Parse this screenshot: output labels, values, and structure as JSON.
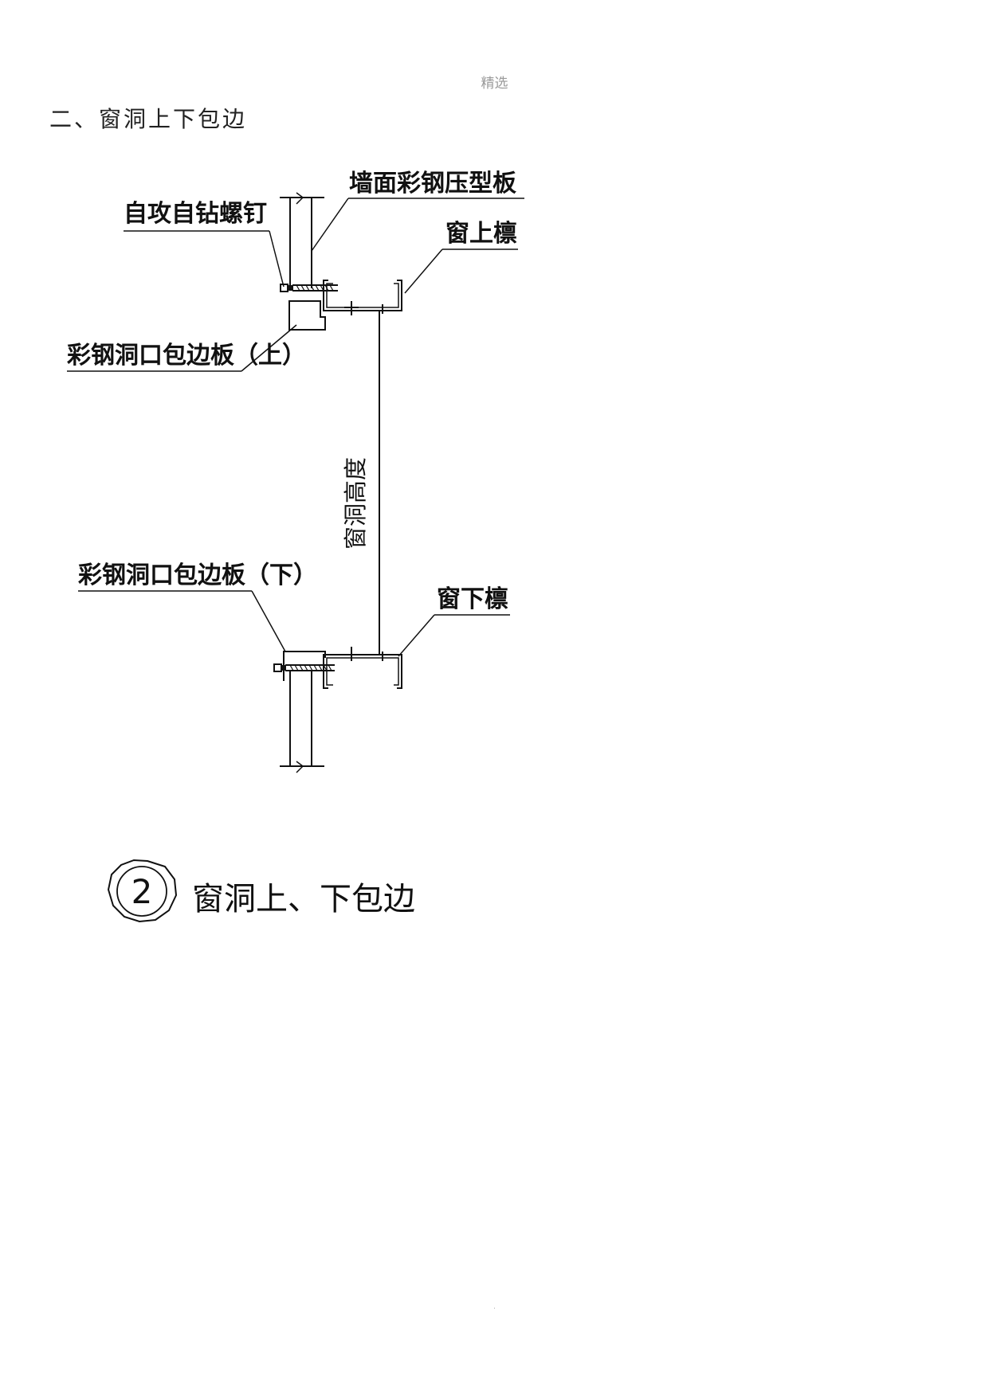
{
  "page": {
    "header_mark": "精选",
    "section_title": "二、窗洞上下包边",
    "footer_mark": "."
  },
  "diagram": {
    "labels": {
      "wall_panel": "墙面彩钢压型板",
      "screw": "自攻自钻螺钉",
      "upper_purlin": "窗上檩",
      "top_flashing": "彩钢洞口包边板（上）",
      "opening_height": "窗洞高度",
      "bottom_flashing": "彩钢洞口包边板（下）",
      "lower_purlin": "窗下檩"
    },
    "detail_number": "2",
    "detail_title": "窗洞上、下包边"
  }
}
